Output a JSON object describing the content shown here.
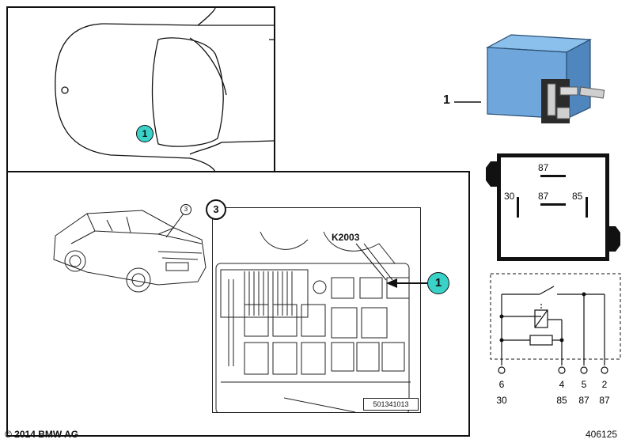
{
  "callouts": {
    "top_marker": "1",
    "relay_number": "1",
    "location_marker": "1",
    "small_car_marker": "3",
    "detail_marker": "3"
  },
  "fuse_box": {
    "relay_id": "K2003",
    "part_number": "501341013"
  },
  "symbol": {
    "pin_top": "87",
    "pin_left": "30",
    "pin_center": "87",
    "pin_right": "85"
  },
  "schematic": {
    "pin_numbers": [
      "6",
      "4",
      "5",
      "2"
    ],
    "terminal_labels": [
      "30",
      "85",
      "87",
      "87"
    ]
  },
  "footer": {
    "copyright": "© 2014 BMW AG",
    "diagram_id": "406125"
  },
  "colors": {
    "accent_teal": "#3ad1c8",
    "relay_blue": "#6fa7dc",
    "line": "#111111"
  }
}
